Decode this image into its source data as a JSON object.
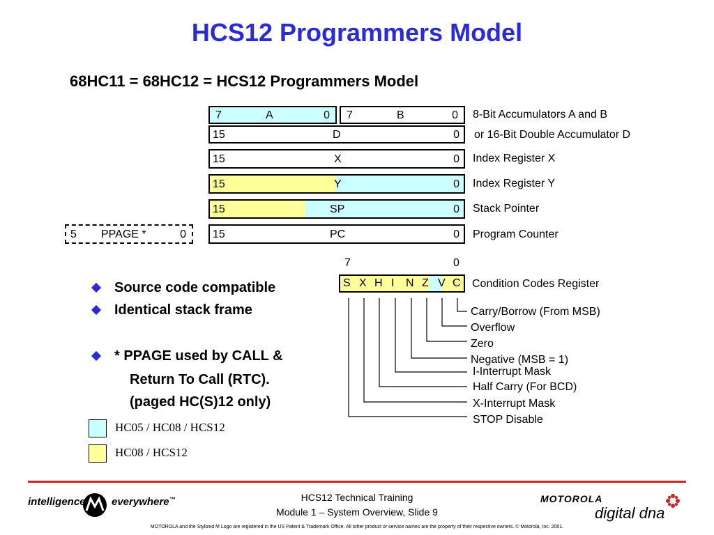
{
  "title": "HCS12 Programmers Model",
  "subtitle": "68HC11 = 68HC12 = HCS12 Programmers Model",
  "registers": {
    "a": {
      "hi": "7",
      "name": "A",
      "lo": "0"
    },
    "b": {
      "hi": "7",
      "name": "B",
      "lo": "0"
    },
    "ab_desc": "8-Bit Accumulators A and B",
    "d": {
      "hi": "15",
      "name": "D",
      "lo": "0",
      "desc": "or 16-Bit Double Accumulator D"
    },
    "x": {
      "hi": "15",
      "name": "X",
      "lo": "0",
      "desc": "Index Register X"
    },
    "y": {
      "hi": "15",
      "name": "Y",
      "lo": "0",
      "desc": "Index Register Y"
    },
    "sp": {
      "hi": "15",
      "name": "SP",
      "lo": "0",
      "desc": "Stack Pointer"
    },
    "pc": {
      "hi": "15",
      "name": "PC",
      "lo": "0",
      "desc": "Program Counter"
    },
    "ppage": {
      "hi": "5",
      "name": "PPAGE *",
      "lo": "0"
    }
  },
  "ccr": {
    "hi": "7",
    "lo": "0",
    "bits": [
      "S",
      "X",
      "H",
      "I",
      "N",
      "Z",
      "V",
      "C"
    ],
    "desc": "Condition Codes Register",
    "bit_labels": [
      "Carry/Borrow (From MSB)",
      "Overflow",
      "Zero",
      "Negative (MSB = 1)",
      "I-Interrupt Mask",
      "Half Carry (For BCD)",
      "X-Interrupt Mask",
      "STOP Disable"
    ]
  },
  "bullets": [
    "Source code compatible",
    "Identical stack frame",
    "* PPAGE used by CALL &"
  ],
  "bullet_cont": [
    "Return To Call (RTC).",
    "(paged HC(S)12 only)"
  ],
  "legend": [
    {
      "label": "HC05 / HC08 / HCS12",
      "color": "#ccffff"
    },
    {
      "label": "HC08 / HCS12",
      "color": "#ffff99"
    }
  ],
  "footer": {
    "left_brand_1": "intelligence",
    "left_brand_2": "everywhere",
    "tm": "™",
    "center_1": "HCS12 Technical Training",
    "center_2": "Module 1 – System Overview, Slide 9",
    "right_brand_1": "MOTOROLA",
    "right_brand_2": "digital dna",
    "copyright": "MOTOROLA and the Stylized M Logo are registered in the US Patent & Trademark Office. All other  product or service names are the property of their respective owners.  © Motorola, Inc. 2001."
  },
  "colors": {
    "title": "#2b2bd6",
    "accent": "#cc2222",
    "cyan": "#ccffff",
    "yellow": "#ffff99"
  }
}
